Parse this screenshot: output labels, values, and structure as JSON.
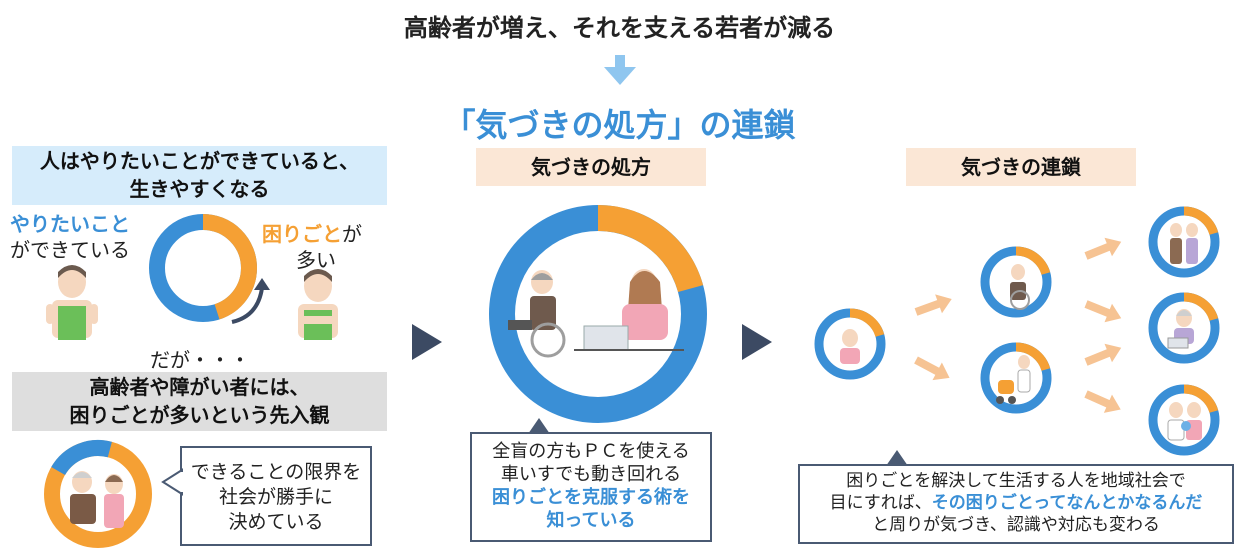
{
  "header": {
    "title": "高齢者が増え、それを支える若者が減る",
    "chain_title": "「気づきの処方」の連鎖"
  },
  "left": {
    "banner_line1": "人はやりたいことができていると、",
    "banner_line2": "生きやすくなる",
    "left_label_1": "やりたいこと",
    "left_label_2": "ができている",
    "right_label_1a": "困りごと",
    "right_label_1b": "が",
    "right_label_2": "多い",
    "but": "だが・・・",
    "gray_line1": "高齢者や障がい者には、",
    "gray_line2": "困りごとが多いという先入観",
    "bubble_line1": "できることの限界を",
    "bubble_line2": "社会が勝手に",
    "bubble_line3": "決めている"
  },
  "middle": {
    "banner": "気づきの処方",
    "bubble_line1": "全盲の方もＰＣを使える",
    "bubble_line2": "車いすでも動き回れる",
    "bubble_line3": "困りごとを克服する術を",
    "bubble_line4": "知っている"
  },
  "right": {
    "banner": "気づきの連鎖",
    "bubble_line1": "困りごとを解決して生活する人を地域社会で",
    "bubble_line2a": "目にすれば、",
    "bubble_line2b": "その困りごとってなんとかなるんだ",
    "bubble_line3": "と周りが気づき、認識や対応も変わる"
  },
  "colors": {
    "blue": "#3a8fd6",
    "orange": "#f5a034",
    "light_blue_banner": "#d6ecfb",
    "gray_banner": "#dedede",
    "peach_banner": "#fbe7d6",
    "dark_arrow": "#3c4a63",
    "light_arrow": "#f6c393"
  }
}
